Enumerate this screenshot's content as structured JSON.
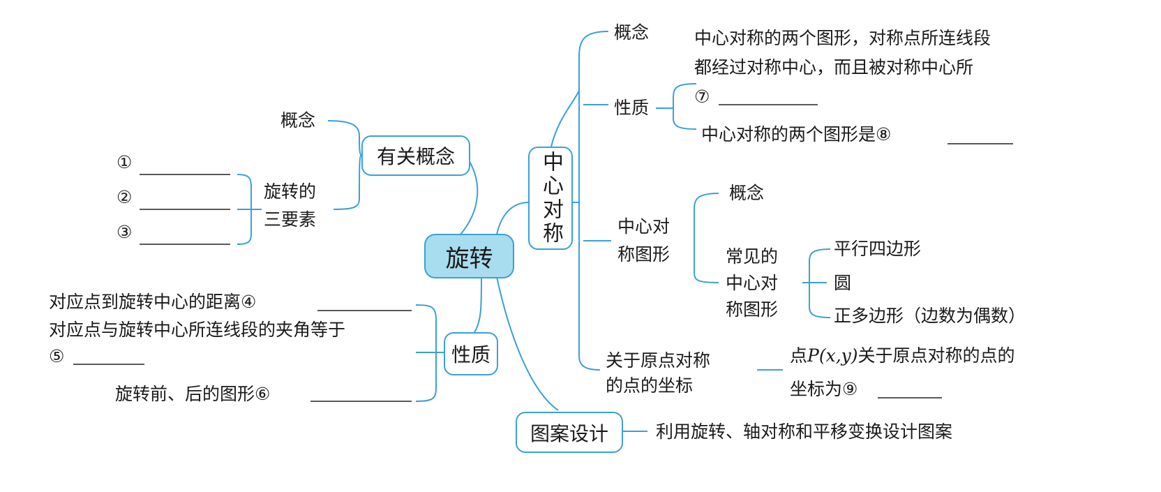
{
  "center": "旋转",
  "branches": {
    "concepts": {
      "label": "有关概念",
      "concept": "概念",
      "three_elements": [
        "旋转的",
        "三要素"
      ],
      "blanks": [
        "①",
        "②",
        "③"
      ]
    },
    "properties": {
      "label": "性质",
      "items": [
        "对应点到旋转中心的距离④",
        "对应点与旋转中心所连线段的夹角等于",
        "⑤",
        "旋转前、后的图形⑥"
      ]
    },
    "central_symmetry": {
      "label": "中心对称",
      "concept": "概念",
      "property_label": "性质",
      "property_lines": [
        "中心对称的两个图形，对称点所连线段",
        "都经过对称中心，而且被对称中心所",
        "⑦"
      ],
      "property_2": "中心对称的两个图形是⑧",
      "figure_label": [
        "中心对",
        "称图形"
      ],
      "figure_concept": "概念",
      "common_label": [
        "常见的",
        "中心对",
        "称图形"
      ],
      "common_items": [
        "平行四边形",
        "圆",
        "正多边形（边数为偶数）"
      ],
      "origin_label": [
        "关于原点对称",
        "的点的坐标"
      ],
      "origin_text_1_pre": "点",
      "origin_text_1_var": "P(x,y)",
      "origin_text_1_post": "关于原点对称的点的",
      "origin_text_2": "坐标为⑨"
    },
    "design": {
      "label": "图案设计",
      "text": "利用旋转、轴对称和平移变换设计图案"
    }
  },
  "colors": {
    "line": "#3aa0d8",
    "center_fill": "#a8dcef"
  }
}
